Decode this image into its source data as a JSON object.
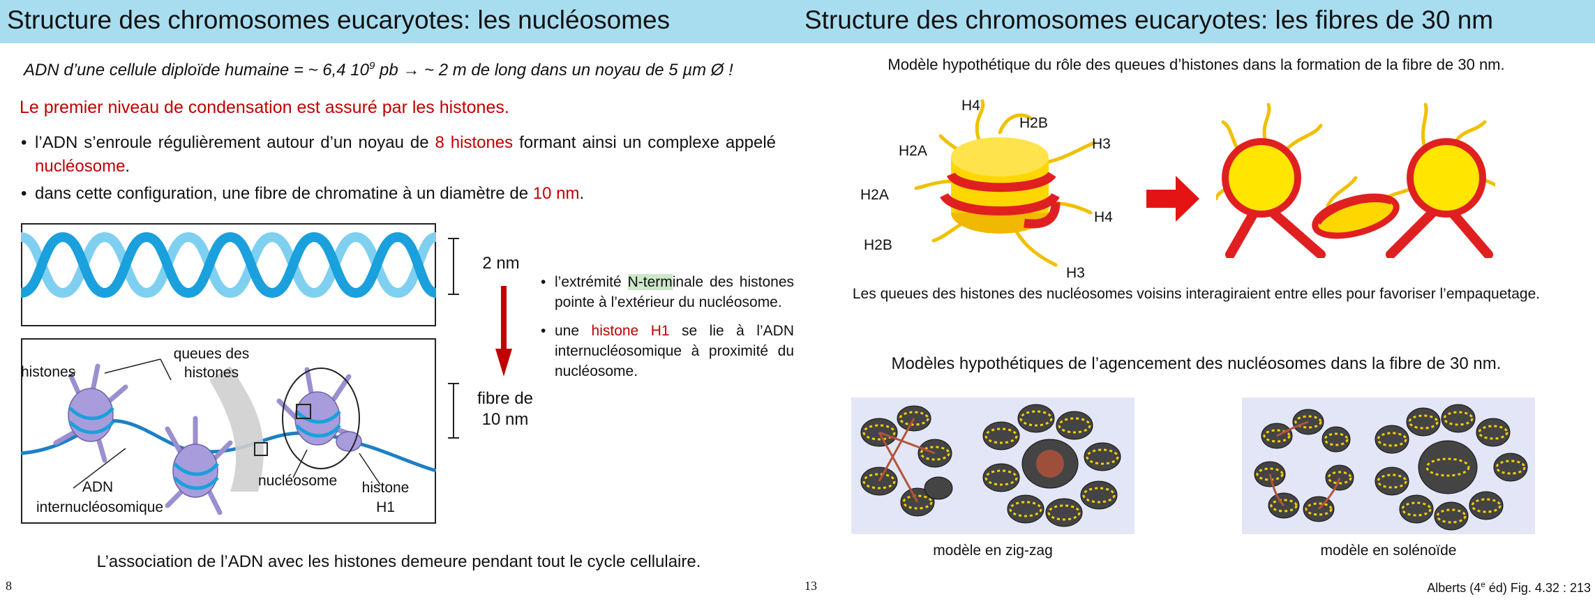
{
  "left_slide": {
    "title": "Structure des chromosomes eucaryotes: les nucléosomes",
    "intro_a": "ADN d’une cellule diploïde humaine = ~ 6,4 10",
    "intro_sup": "9",
    "intro_b": " pb → ~ 2 m de long dans un noyau de 5 µm Ø !",
    "lead": "Le premier niveau de condensation est assuré par les histones.",
    "bullet1_a": "l’ADN s’enroule régulièrement autour d’un noyau de ",
    "bullet1_red": "8 histones",
    "bullet1_b": " formant ainsi un complexe appelé ",
    "bullet1_red2": "nucléosome",
    "bullet1_c": ".",
    "bullet2_a": "dans cette configuration, une fibre de chromatine à un diamètre de ",
    "bullet2_red": "10 nm",
    "bullet2_b": ".",
    "figure": {
      "label_2nm": "2 nm",
      "label_fibre": "fibre de",
      "label_10nm": "10 nm",
      "label_histones": "histones",
      "label_queues1": "queues des",
      "label_queues2": "histones",
      "label_adn": "ADN",
      "label_internuc": "internucléosomique",
      "label_nucleosome": "nucléosome",
      "label_histone": "histone",
      "label_h1": "H1"
    },
    "side_bullet1_a": "l’extrémité ",
    "side_bullet1_hl": "N-term",
    "side_bullet1_b": "inale des histones pointe à l’extérieur du nucléosome.",
    "side_bullet2_a": "une ",
    "side_bullet2_red": "histone H1",
    "side_bullet2_b": " se lie à l’ADN internucléosomique à proximité du nucléosome.",
    "footer": "L’association de l’ADN avec les histones demeure pendant tout le cycle cellulaire.",
    "page_number": "8"
  },
  "right_slide": {
    "title": "Structure des chromosomes eucaryotes: les fibres de 30 nm",
    "subtitle1": "Modèle hypothétique du rôle des queues d’histones dans la formation de la fibre de 30 nm.",
    "histone_labels": {
      "h4_top": "H4",
      "h2b_top": "H2B",
      "h2a_1": "H2A",
      "h3_right": "H3",
      "h2a_2": "H2A",
      "h4_right": "H4",
      "h2b_left": "H2B",
      "h3_bottom": "H3"
    },
    "caption1": "Les queues des histones des nucléosomes voisins interagiraient entre elles pour favoriser l’empaquetage.",
    "subtitle2": "Modèles hypothétiques de l’agencement des nucléosomes dans la fibre de 30 nm.",
    "caption_zigzag": "modèle en zig-zag",
    "caption_solenoid": "modèle en solénoïde",
    "page_number": "13",
    "reference_a": "Alberts (4",
    "reference_sup": "e",
    "reference_b": " éd) Fig. 4.32 : 213"
  },
  "colors": {
    "title_bar": "#a8ddf0",
    "accent_red": "#c00000",
    "dna_blue": "#29a8e0",
    "histone_purple": "#9b8fd0",
    "nucleosome_yellow": "#ffd700",
    "wrap_red": "#e02020",
    "model_bg": "#e3e6f7"
  }
}
